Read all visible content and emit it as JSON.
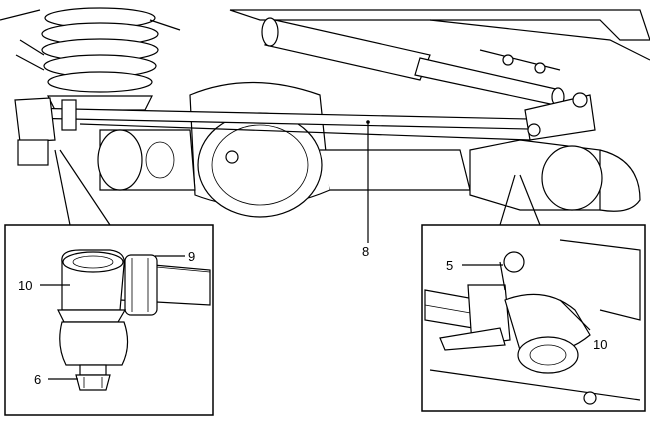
{
  "diagram": {
    "callouts": {
      "tie_rod": "8",
      "clamp_bolt": "9",
      "boot_left": "10",
      "nut": "6",
      "clamp_nut": "5",
      "boot_right": "10"
    }
  }
}
